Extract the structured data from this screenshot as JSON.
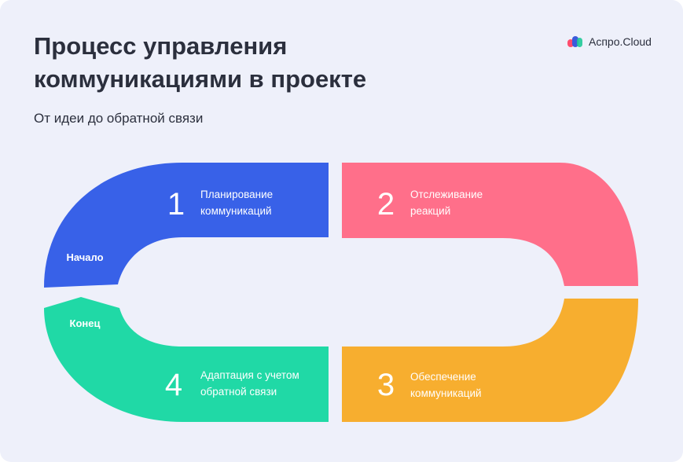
{
  "header": {
    "title_line1": "Процесс управления",
    "title_line2": "коммуникациями в проекте",
    "subtitle": "От идеи до обратной связи"
  },
  "brand": {
    "name": "Аспро.Cloud",
    "colors": [
      "#ff4d6d",
      "#3b5bdb",
      "#20c997"
    ]
  },
  "cycle": {
    "start_label": "Начало",
    "end_label": "Конец",
    "steps": [
      {
        "number": "1",
        "line1": "Планирование",
        "line2": "коммуникаций",
        "color": "#3861e8"
      },
      {
        "number": "2",
        "line1": "Отслеживание",
        "line2": "реакций",
        "color": "#ff6f8a"
      },
      {
        "number": "3",
        "line1": "Обеспечение",
        "line2": "коммуникаций",
        "color": "#f7ae2f"
      },
      {
        "number": "4",
        "line1": "Адаптация с учетом",
        "line2": "обратной связи",
        "color": "#20d9a6"
      }
    ]
  }
}
